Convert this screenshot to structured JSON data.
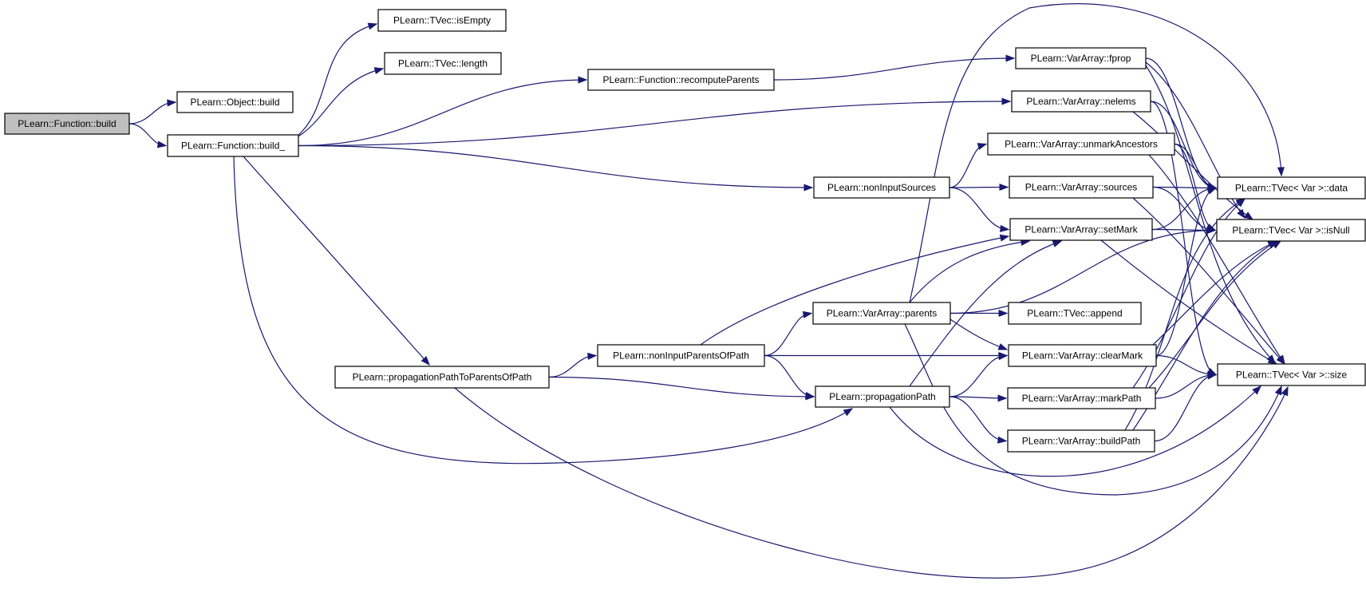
{
  "graph": {
    "edge_color": "#191970",
    "root_fill": "#bfbfbf",
    "nodes": [
      {
        "id": "function_build",
        "label": "PLearn::Function::build",
        "root": true
      },
      {
        "id": "object_build",
        "label": "PLearn::Object::build"
      },
      {
        "id": "function_build_",
        "label": "PLearn::Function::build_"
      },
      {
        "id": "tvec_isempty",
        "label": "PLearn::TVec::isEmpty"
      },
      {
        "id": "tvec_length",
        "label": "PLearn::TVec::length"
      },
      {
        "id": "recompute_parents",
        "label": "PLearn::Function::recomputeParents"
      },
      {
        "id": "propagation_path_to_parents_of_path",
        "label": "PLearn::propagationPathToParentsOfPath"
      },
      {
        "id": "non_input_sources",
        "label": "PLearn::nonInputSources"
      },
      {
        "id": "non_input_parents_of_path",
        "label": "PLearn::nonInputParentsOfPath"
      },
      {
        "id": "propagation_path",
        "label": "PLearn::propagationPath"
      },
      {
        "id": "vararray_parents",
        "label": "PLearn::VarArray::parents"
      },
      {
        "id": "vararray_fprop",
        "label": "PLearn::VarArray::fprop"
      },
      {
        "id": "vararray_nelems",
        "label": "PLearn::VarArray::nelems"
      },
      {
        "id": "vararray_unmark_ancestors",
        "label": "PLearn::VarArray::unmarkAncestors"
      },
      {
        "id": "vararray_sources",
        "label": "PLearn::VarArray::sources"
      },
      {
        "id": "vararray_set_mark",
        "label": "PLearn::VarArray::setMark"
      },
      {
        "id": "tvec_append",
        "label": "PLearn::TVec::append"
      },
      {
        "id": "vararray_clear_mark",
        "label": "PLearn::VarArray::clearMark"
      },
      {
        "id": "vararray_mark_path",
        "label": "PLearn::VarArray::markPath"
      },
      {
        "id": "vararray_build_path",
        "label": "PLearn::VarArray::buildPath"
      },
      {
        "id": "tvec_var_data",
        "label": "PLearn::TVec< Var >::data"
      },
      {
        "id": "tvec_var_isnull",
        "label": "PLearn::TVec< Var >::isNull"
      },
      {
        "id": "tvec_var_size",
        "label": "PLearn::TVec< Var >::size"
      }
    ],
    "edges": [
      [
        "function_build",
        "object_build"
      ],
      [
        "function_build",
        "function_build_"
      ],
      [
        "function_build_",
        "tvec_isempty"
      ],
      [
        "function_build_",
        "tvec_length"
      ],
      [
        "function_build_",
        "recompute_parents"
      ],
      [
        "function_build_",
        "vararray_nelems"
      ],
      [
        "function_build_",
        "non_input_sources"
      ],
      [
        "function_build_",
        "propagation_path_to_parents_of_path"
      ],
      [
        "function_build_",
        "propagation_path"
      ],
      [
        "recompute_parents",
        "vararray_fprop"
      ],
      [
        "vararray_fprop",
        "tvec_var_data"
      ],
      [
        "vararray_fprop",
        "tvec_var_isnull"
      ],
      [
        "vararray_fprop",
        "tvec_var_size"
      ],
      [
        "vararray_nelems",
        "tvec_var_data"
      ],
      [
        "vararray_nelems",
        "tvec_var_isnull"
      ],
      [
        "vararray_nelems",
        "tvec_var_size"
      ],
      [
        "non_input_sources",
        "vararray_unmark_ancestors"
      ],
      [
        "non_input_sources",
        "vararray_sources"
      ],
      [
        "non_input_sources",
        "vararray_set_mark"
      ],
      [
        "vararray_unmark_ancestors",
        "tvec_var_data"
      ],
      [
        "vararray_unmark_ancestors",
        "tvec_var_isnull"
      ],
      [
        "vararray_unmark_ancestors",
        "tvec_var_size"
      ],
      [
        "vararray_sources",
        "tvec_var_data"
      ],
      [
        "vararray_sources",
        "tvec_var_isnull"
      ],
      [
        "vararray_sources",
        "tvec_var_size"
      ],
      [
        "vararray_set_mark",
        "tvec_var_data"
      ],
      [
        "vararray_set_mark",
        "tvec_var_isnull"
      ],
      [
        "vararray_set_mark",
        "tvec_var_size"
      ],
      [
        "propagation_path_to_parents_of_path",
        "non_input_parents_of_path"
      ],
      [
        "propagation_path_to_parents_of_path",
        "propagation_path"
      ],
      [
        "propagation_path_to_parents_of_path",
        "tvec_var_size"
      ],
      [
        "non_input_parents_of_path",
        "vararray_parents"
      ],
      [
        "non_input_parents_of_path",
        "vararray_set_mark"
      ],
      [
        "non_input_parents_of_path",
        "vararray_clear_mark"
      ],
      [
        "non_input_parents_of_path",
        "propagation_path"
      ],
      [
        "vararray_parents",
        "tvec_var_data"
      ],
      [
        "vararray_parents",
        "vararray_set_mark"
      ],
      [
        "vararray_parents",
        "tvec_var_isnull"
      ],
      [
        "vararray_parents",
        "tvec_append"
      ],
      [
        "vararray_parents",
        "vararray_clear_mark"
      ],
      [
        "vararray_parents",
        "tvec_var_size"
      ],
      [
        "propagation_path",
        "vararray_set_mark"
      ],
      [
        "propagation_path",
        "vararray_clear_mark"
      ],
      [
        "propagation_path",
        "vararray_mark_path"
      ],
      [
        "propagation_path",
        "vararray_build_path"
      ],
      [
        "propagation_path",
        "tvec_var_size"
      ],
      [
        "vararray_clear_mark",
        "tvec_var_data"
      ],
      [
        "vararray_clear_mark",
        "tvec_var_isnull"
      ],
      [
        "vararray_clear_mark",
        "tvec_var_size"
      ],
      [
        "vararray_mark_path",
        "tvec_var_data"
      ],
      [
        "vararray_mark_path",
        "tvec_var_isnull"
      ],
      [
        "vararray_mark_path",
        "tvec_var_size"
      ],
      [
        "vararray_build_path",
        "tvec_var_data"
      ],
      [
        "vararray_build_path",
        "tvec_var_isnull"
      ],
      [
        "vararray_build_path",
        "tvec_var_size"
      ]
    ]
  }
}
